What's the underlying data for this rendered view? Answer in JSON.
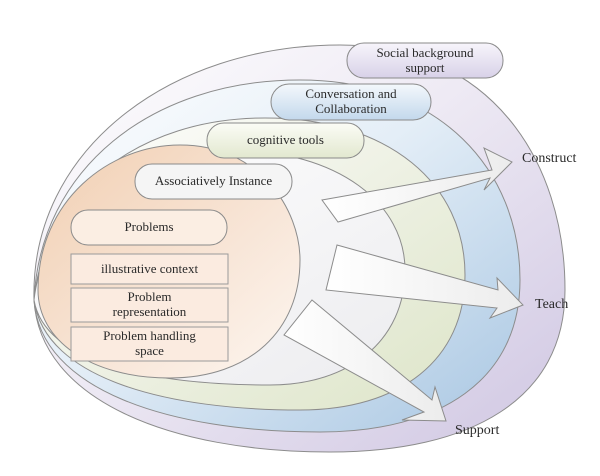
{
  "diagram": {
    "layers": [
      {
        "id": "social",
        "label": "Social background support",
        "line1": "Social background",
        "line2": "support",
        "color": "#d9d3e8"
      },
      {
        "id": "conversation",
        "label": "Conversation and Collaboration",
        "line1": "Conversation and",
        "line2": "Collaboration",
        "color": "#bcd3e8"
      },
      {
        "id": "cognitive",
        "label": "cognitive tools",
        "color": "#e6ebd6"
      },
      {
        "id": "associative",
        "label": "Associatively Instance",
        "color": "#f4f4f6"
      },
      {
        "id": "problems",
        "label": "Problems",
        "color": "#f4d8c0"
      }
    ],
    "problem_items": [
      {
        "line1": "illustrative context",
        "line2": ""
      },
      {
        "line1": "Problem",
        "line2": "representation"
      },
      {
        "line1": "Problem handling",
        "line2": "space"
      }
    ],
    "outputs": [
      {
        "id": "construct",
        "label": "Construct"
      },
      {
        "id": "teach",
        "label": "Teach"
      },
      {
        "id": "support",
        "label": "Support"
      }
    ]
  }
}
